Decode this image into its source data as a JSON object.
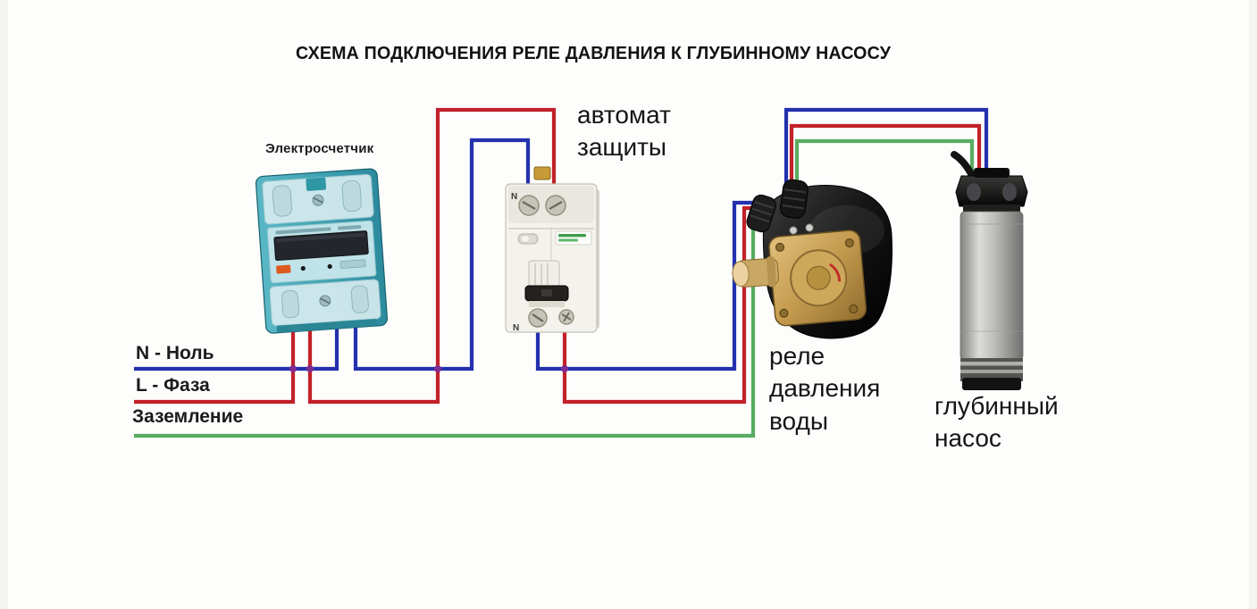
{
  "title": "СХЕМА ПОДКЛЮЧЕНИЯ РЕЛЕ ДАВЛЕНИЯ К ГЛУБИННОМУ НАСОСУ",
  "components": {
    "meter": {
      "label": "Электросчетчик"
    },
    "breaker": {
      "label": "автомат\nзащиты",
      "terminal_mark": "N"
    },
    "pressure_switch": {
      "label": "реле\nдавления\nводы"
    },
    "pump": {
      "label": "глубинный\nнасос"
    }
  },
  "wire_labels": {
    "neutral": "N - Ноль",
    "phase": "L - Фаза",
    "ground": "Заземление"
  },
  "colors": {
    "neutral_blue": "#2331ae",
    "phase_red": "#c2212a",
    "ground_green": "#58ac61",
    "junction_purple": "#802d92",
    "background": "#fdfdfc"
  }
}
